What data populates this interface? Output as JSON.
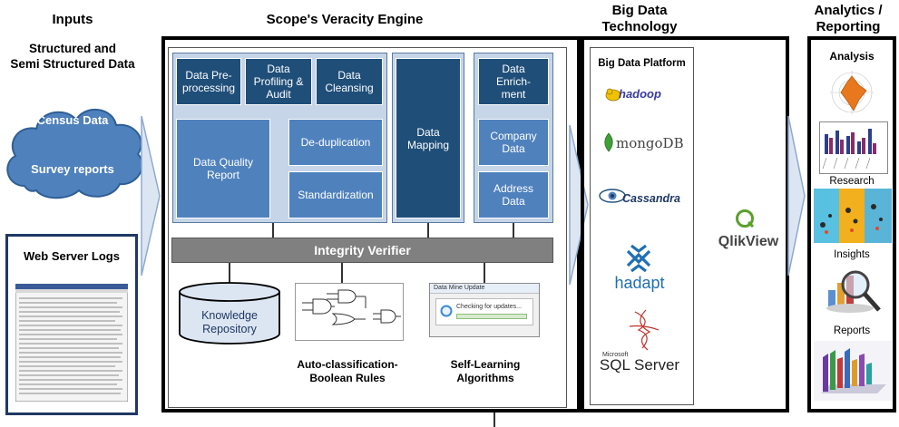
{
  "columns": {
    "inputs": {
      "title": "Inputs",
      "subtitle_line1": "Structured and",
      "subtitle_line2": "Semi Structured Data",
      "cloud_items": [
        "Census Data",
        "Survey reports"
      ],
      "logs_title": "Web Server Logs"
    },
    "engine": {
      "title": "Scope's Veracity Engine",
      "top_boxes": [
        "Data Pre-processing",
        "Data Profiling & Audit",
        "Data Cleansing"
      ],
      "quality_report": "Data Quality Report",
      "deduplication": "De-duplication",
      "standardization": "Standardization",
      "data_mapping": "Data Mapping",
      "enrichment": "Data Enrich-ment",
      "company_data": "Company Data",
      "address_data": "Address Data",
      "integrity_verifier": "Integrity Verifier",
      "knowledge_repository": "Knowledge Repository",
      "auto_classification_line1": "Auto-classification-",
      "auto_classification_line2": "Boolean Rules",
      "self_learning_line1": "Self-Learning",
      "self_learning_line2": "Algorithms",
      "dialog_title": "Data Mine Update",
      "dialog_text": "Checking for updates..."
    },
    "big_data": {
      "title_line1": "Big Data",
      "title_line2": "Technology",
      "platform_label": "Big Data Platform",
      "logos": {
        "hadoop": "hadoop",
        "mongodb": "mongoDB",
        "cassandra": "Cassandra",
        "hadapt": "hadapt",
        "sqlserver_small": "Microsoft",
        "sqlserver": "SQL Server"
      }
    },
    "qlikview": {
      "label": "QlikView"
    },
    "analytics": {
      "title_line1": "Analytics /",
      "title_line2": "Reporting",
      "items": [
        "Analysis",
        "Research",
        "Insights",
        "Reports"
      ]
    }
  },
  "colors": {
    "dark_box": "#1f4e79",
    "mid_box": "#4f81bd",
    "panel": "#c6d5e8",
    "cloud": "#4f81bd",
    "verifier_bar": "#808080"
  }
}
